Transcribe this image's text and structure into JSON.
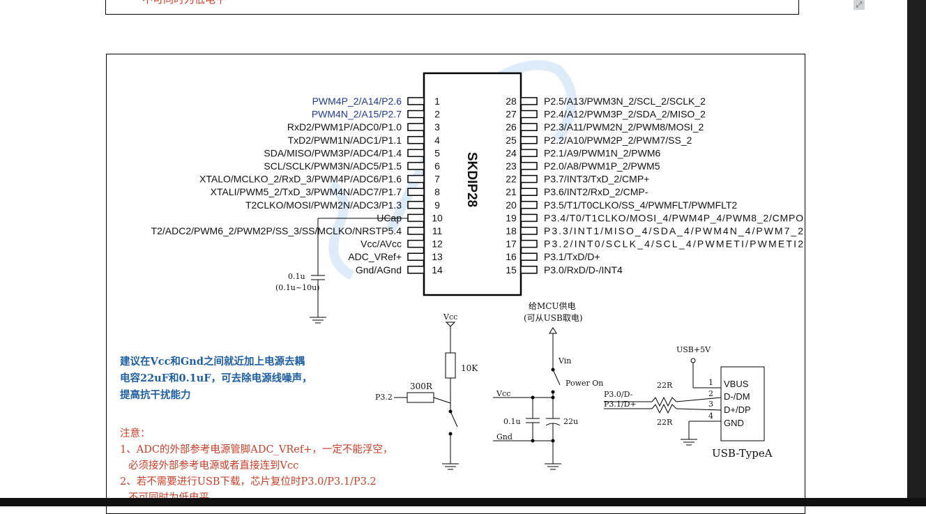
{
  "top_box": {
    "cut_text": "不可同时为低电平"
  },
  "chip": {
    "name": "SKDIP28",
    "left_pins": [
      {
        "num": "1",
        "label": "PWM4P_2/A14/P2.6",
        "blue": true
      },
      {
        "num": "2",
        "label": "PWM4N_2/A15/P2.7",
        "blue": true
      },
      {
        "num": "3",
        "label": "RxD2/PWM1P/ADC0/P1.0",
        "blue": false
      },
      {
        "num": "4",
        "label": "TxD2/PWM1N/ADC1/P1.1",
        "blue": false
      },
      {
        "num": "5",
        "label": "SDA/MISO/PWM3P/ADC4/P1.4",
        "blue": false
      },
      {
        "num": "6",
        "label": "SCL/SCLK/PWM3N/ADC5/P1.5",
        "blue": false
      },
      {
        "num": "7",
        "label": "XTALO/MCLKO_2/RxD_3/PWM4P/ADC6/P1.6",
        "blue": false
      },
      {
        "num": "8",
        "label": "XTALI/PWM5_2/TxD_3/PWM4N/ADC7/P1.7",
        "blue": false
      },
      {
        "num": "9",
        "label": "T2CLKO/MOSI/PWM2N/ADC3/P1.3",
        "blue": false
      },
      {
        "num": "10",
        "label": "UCap",
        "blue": false
      },
      {
        "num": "11",
        "label": "T2/ADC2/PWM6_2/PWM2P/SS_3/SS/MCLKO/NRSTP5.4",
        "blue": false
      },
      {
        "num": "12",
        "label": "Vcc/AVcc",
        "blue": false
      },
      {
        "num": "13",
        "label": "ADC_VRef+",
        "blue": false
      },
      {
        "num": "14",
        "label": "Gnd/AGnd",
        "blue": false
      }
    ],
    "right_pins": [
      {
        "num": "28",
        "label": "P2.5/A13/PWM3N_2/SCL_2/SCLK_2"
      },
      {
        "num": "27",
        "label": "P2.4/A12/PWM3P_2/SDA_2/MISO_2"
      },
      {
        "num": "26",
        "label": "P2.3/A11/PWM2N_2/PWM8/MOSI_2"
      },
      {
        "num": "25",
        "label": "P2.2/A10/PWM2P_2/PWM7/SS_2"
      },
      {
        "num": "24",
        "label": "P2.1/A9/PWM1N_2/PWM6"
      },
      {
        "num": "23",
        "label": "P2.0/A8/PWM1P_2/PWM5"
      },
      {
        "num": "22",
        "label": "P3.7/INT3/TxD_2/CMP+"
      },
      {
        "num": "21",
        "label": "P3.6/INT2/RxD_2/CMP-"
      },
      {
        "num": "20",
        "label": "P3.5/T1/T0CLKO/SS_4/PWMFLT/PWMFLT2"
      },
      {
        "num": "19",
        "label": "P3.4/T0/T1CLKO/MOSI_4/PWM4P_4/PWM8_2/CMPO"
      },
      {
        "num": "18",
        "label": "P3.3/INT1/MISO_4/SDA_4/PWM4N_4/PWM7_2"
      },
      {
        "num": "17",
        "label": "P3.2/INT0/SCLK_4/SCL_4/PWMETI/PWMETI2"
      },
      {
        "num": "16",
        "label": "P3.1/TxD/D+"
      },
      {
        "num": "15",
        "label": "P3.0/RxD/D-/INT4"
      }
    ]
  },
  "ucap": {
    "value": "0.1u",
    "range": "(0.1u~10u)"
  },
  "reset": {
    "vcc": "Vcc",
    "resistor": "10K",
    "series_r": "300R",
    "pin": "P3.2"
  },
  "power": {
    "title": "给MCU供电",
    "subtitle": "(可从USB取电)",
    "vin": "Vin",
    "switch": "Power On",
    "vcc": "Vcc",
    "gnd": "Gnd",
    "c1": "0.1u",
    "c2": "22u"
  },
  "usb": {
    "supply": "USB+5V",
    "p30": "P3.0/D-",
    "p31": "P3.1/D+",
    "r1": "22R",
    "r2": "22R",
    "pins": [
      {
        "num": "1",
        "name": "VBUS"
      },
      {
        "num": "2",
        "name": "D-/DM"
      },
      {
        "num": "3",
        "name": "D+/DP"
      },
      {
        "num": "4",
        "name": "GND"
      }
    ],
    "title": "USB-TypeA"
  },
  "advice": [
    "建议在Vcc和Gnd之间就近加上电源去耦",
    "电容22uF和0.1uF，可去除电源线噪声，",
    "提高抗干扰能力"
  ],
  "notes": {
    "title": "注意：",
    "lines": [
      "1、ADC的外部参考电源管脚ADC_VRef+，一定不能浮空，",
      "必须接外部参考电源或者直接连到Vcc",
      "2、若不需要进行USB下载，芯片复位时P3.0/P3.1/P3.2",
      "不可同时为低电平"
    ]
  },
  "colors": {
    "note": "#c8402a",
    "advice": "#1f5fa0",
    "pin_blue": "#1f3a8a"
  }
}
